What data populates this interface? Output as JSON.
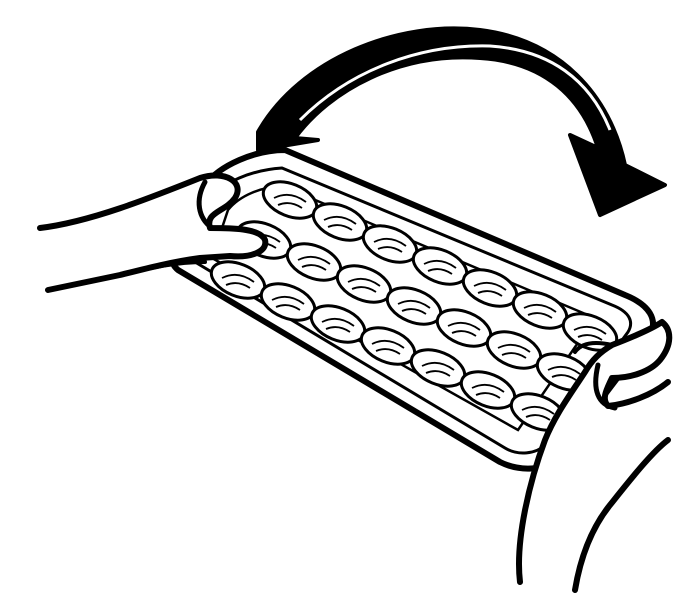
{
  "illustration": {
    "subject": "ice-cube-tray-twist",
    "colors": {
      "ink": "#000000",
      "paper": "#ffffff"
    },
    "tray": {
      "columns": 7,
      "rows": 3
    }
  }
}
